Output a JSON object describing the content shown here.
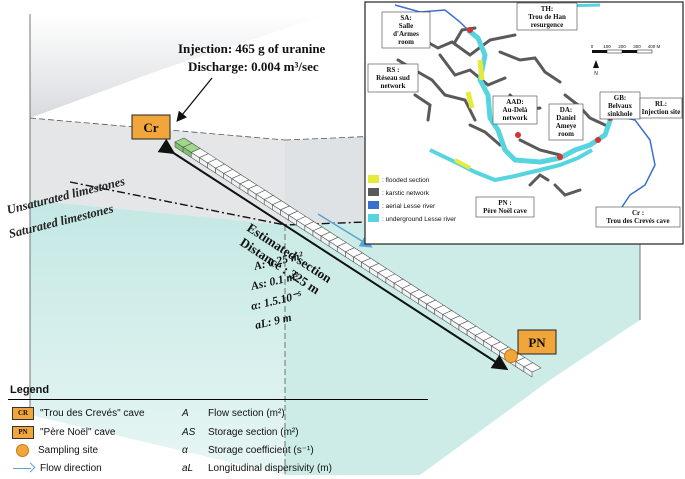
{
  "injection": {
    "line1": "Injection: 465 g of uranine",
    "line2": "Discharge: 0.004 m³/sec"
  },
  "zones": {
    "unsaturated": "Unsaturated limestones",
    "saturated": "Saturated limestones"
  },
  "section": {
    "title": "Estimated section",
    "distance": "Distance : 325 m",
    "params": [
      "A: 0.25 m²",
      "As: 0.1 m²",
      "α: 1.5.10⁻⁵",
      "aL: 9 m"
    ]
  },
  "markers": {
    "cr": "Cr",
    "pn": "PN"
  },
  "map": {
    "labels": {
      "th": [
        "TH:",
        "Trou de Han",
        "resurgence"
      ],
      "sa": [
        "SA:",
        "Salle",
        "d'Armes",
        "room"
      ],
      "rs": [
        "RS :",
        "Réseau sud",
        "network"
      ],
      "aad": [
        "AAD:",
        "Au-Delà",
        "network"
      ],
      "da": [
        "DA:",
        "Daniel",
        "Ameye",
        "room"
      ],
      "gb": [
        "GB:",
        "Belvaux",
        "sinkhole"
      ],
      "rl": [
        "RL:",
        "Injection site"
      ],
      "pn": [
        "PN :",
        "Père Noël cave"
      ],
      "cr": [
        "Cr :",
        "Trou des Crevés cave"
      ]
    },
    "scale_ticks": [
      "0",
      "100",
      "200",
      "300",
      "400 M"
    ],
    "north": "N",
    "legend": [
      {
        "label": ": flooded section",
        "color": "#e6ea3a"
      },
      {
        "label": ": karstic network",
        "color": "#5a5a5a"
      },
      {
        "label": ": aerial Lesse river",
        "color": "#3a6fd0"
      },
      {
        "label": ": underground Lesse river",
        "color": "#56d4e0"
      }
    ]
  },
  "legend": {
    "title": "Legend",
    "items": [
      {
        "symbol_text": "CR",
        "label": "\"Trou des Crevés\" cave"
      },
      {
        "symbol_text": "PN",
        "label": "\"Père Noël\" cave"
      },
      {
        "symbol_text": "",
        "label": "Sampling site"
      },
      {
        "symbol_text": "",
        "label": "Flow direction"
      }
    ],
    "params": [
      {
        "symbol": "A",
        "label": "Flow section (m²)"
      },
      {
        "symbol": "AS",
        "label": "Storage section (m²)"
      },
      {
        "symbol": "α",
        "label": "Storage coefficient (s⁻¹)"
      },
      {
        "symbol": "aL",
        "label": "Longitudinal dispersivity (m)"
      }
    ]
  },
  "colors": {
    "marker": "#f2a53a",
    "saturated": "#bfe6e2",
    "unsaturated": "#dde0e3",
    "flow_arrow": "#5ba3d6"
  }
}
